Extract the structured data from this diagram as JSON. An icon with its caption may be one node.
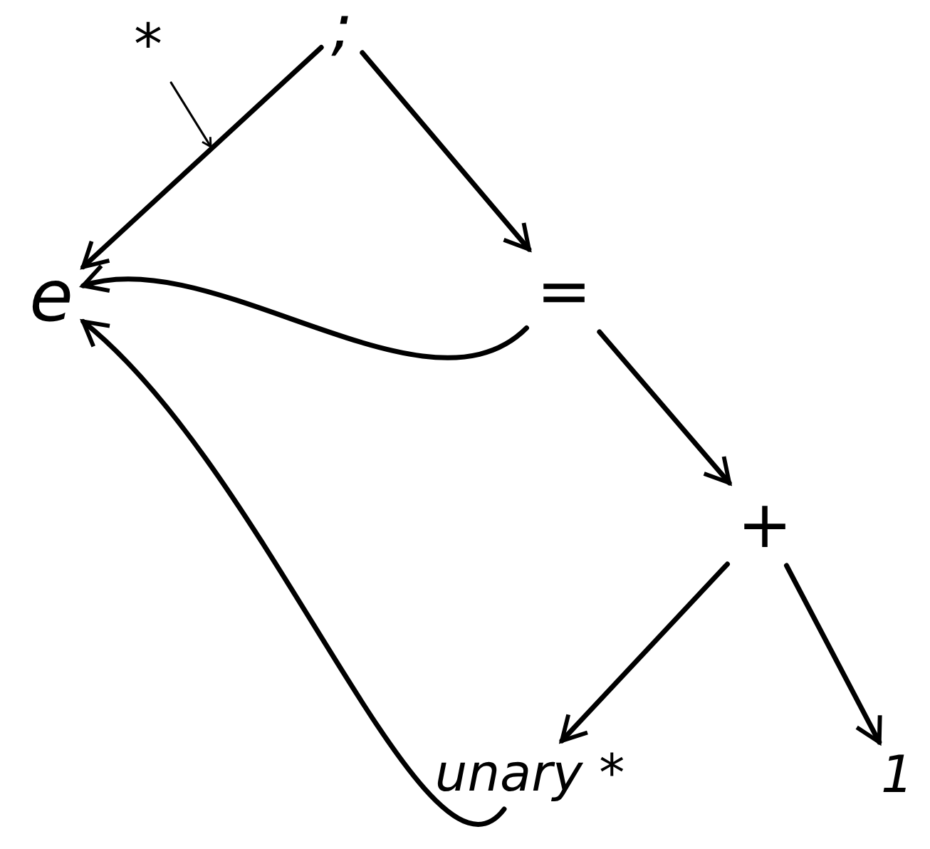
{
  "diagram": {
    "nodes": [
      {
        "text": [
          "*"
        ]
      },
      {
        "text": [
          ";"
        ]
      },
      {
        "text": [
          "e"
        ]
      },
      {
        "text": [
          "="
        ]
      },
      {
        "text": [
          "+"
        ]
      },
      {
        "text": [
          "unary *"
        ]
      },
      {
        "text": [
          "1"
        ]
      }
    ],
    "edges": [
      {
        "from": 1,
        "to": 2,
        "arrow": "to"
      },
      {
        "from": 1,
        "to": 3,
        "arrow": "to"
      },
      {
        "from": 3,
        "to": 2,
        "arrow": "to"
      },
      {
        "from": 3,
        "to": 4,
        "arrow": "to"
      },
      {
        "from": 4,
        "to": 5,
        "arrow": "to"
      },
      {
        "from": 4,
        "to": 6,
        "arrow": "to"
      },
      {
        "from": 5,
        "to": 2,
        "arrow": "to"
      },
      {
        "from": 0,
        "to": null,
        "arrow": "to"
      }
    ]
  }
}
